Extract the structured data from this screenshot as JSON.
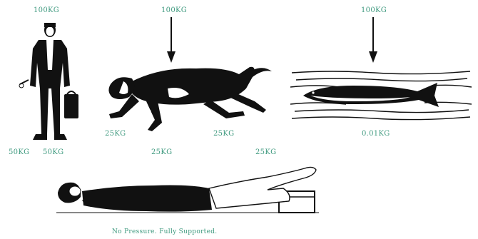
{
  "colors": {
    "label": "#3f9a7f",
    "ink": "#111111"
  },
  "man": {
    "top_label": "100KG",
    "left_foot": "50KG",
    "right_foot": "50KG"
  },
  "dog": {
    "top_label": "100KG",
    "paw_1": "25KG",
    "paw_2": "25KG",
    "paw_3": "25KG",
    "paw_4": "25KG"
  },
  "fish": {
    "top_label": "100KG",
    "bottom_label": "0.01KG"
  },
  "woman": {
    "caption": "No Pressure. Fully Supported."
  }
}
